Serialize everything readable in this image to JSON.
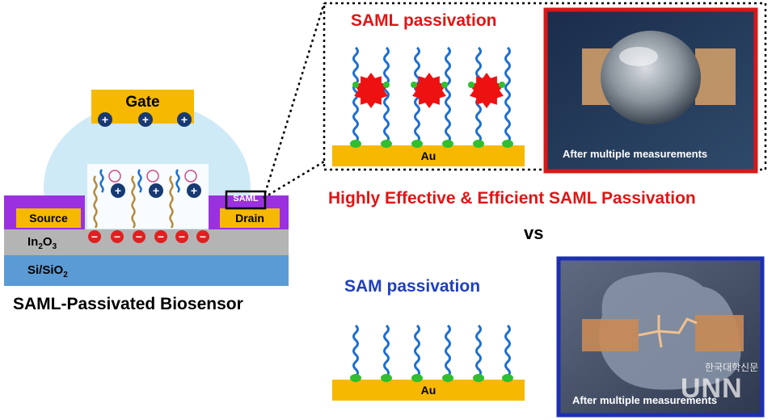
{
  "device": {
    "gate_label": "Gate",
    "source_label": "Source",
    "drain_label": "Drain",
    "saml_tag": "SAML",
    "channel_label": "In",
    "channel_sub1": "2",
    "channel_mid": "O",
    "channel_sub2": "3",
    "substrate_label": "Si/SiO",
    "substrate_sub": "2",
    "title": "SAML-Passivated Biosensor",
    "plus_symbol": "+",
    "minus_symbol": "−"
  },
  "saml_panel": {
    "title": "SAML passivation",
    "substrate_label": "Au",
    "photo_caption": "After multiple measurements"
  },
  "headline": "Highly Effective & Efficient SAML Passivation",
  "vs_label": "vs",
  "sam_panel": {
    "title": "SAM passivation",
    "substrate_label": "Au",
    "photo_caption": "After multiple measurements"
  },
  "watermark": {
    "korean": "한국대학신문",
    "logo_text": "UNN"
  },
  "colors": {
    "saml_title": "#e01515",
    "sam_title": "#1f3fbf",
    "headline": "#e01515",
    "gold": "#f6b800",
    "purple": "#9b30e0",
    "chain_blue": "#1f6fcf",
    "anchor_green": "#2fbf2f",
    "block_red": "#ee1111"
  }
}
